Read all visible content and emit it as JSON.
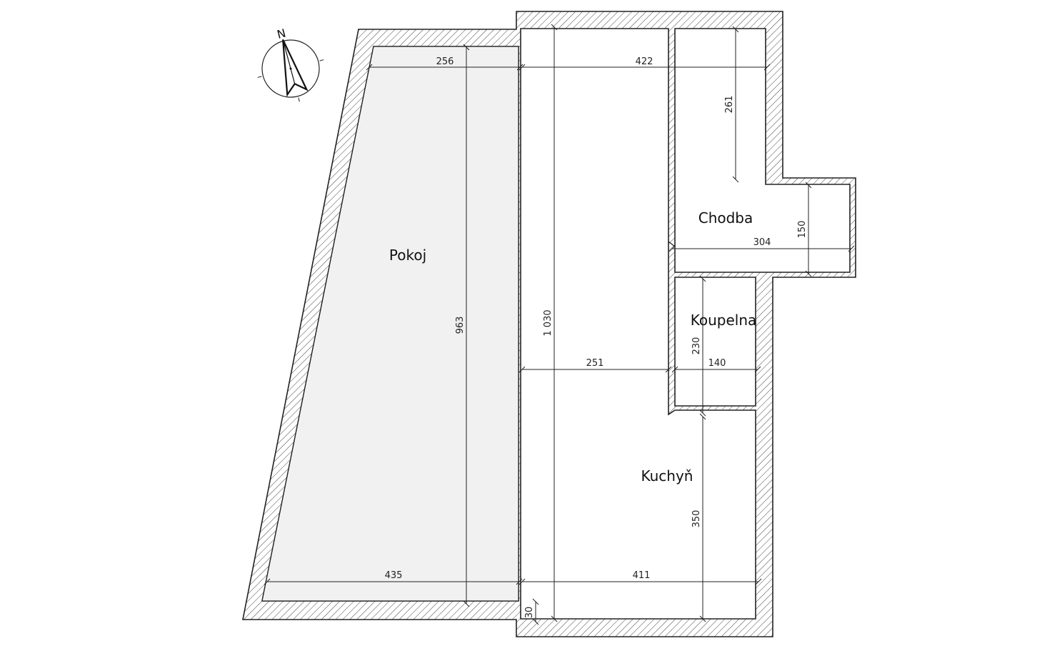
{
  "colors": {
    "line": "#222222",
    "pokoj_fill": "#f1f1f1",
    "background": "#ffffff"
  },
  "rooms": {
    "pokoj": "Pokoj",
    "chodba": "Chodba",
    "koupelna": "Koupelna",
    "kuchyn": "Kuchyň"
  },
  "dimensions": {
    "pokoj_top_width": "256",
    "top_width": "422",
    "chodba_depth": "261",
    "chodba_bay": "150",
    "chodba_width": "304",
    "pokoj_height": "963",
    "total_height": "1 030",
    "middle_width": "251",
    "koupelna_width": "140",
    "koupelna_height": "230",
    "kuchyn_height": "350",
    "pokoj_bottom_width": "435",
    "kuchyn_width": "411",
    "wall_offset": "30"
  },
  "compass": {
    "label": "N",
    "icon": "north-arrow-icon"
  }
}
